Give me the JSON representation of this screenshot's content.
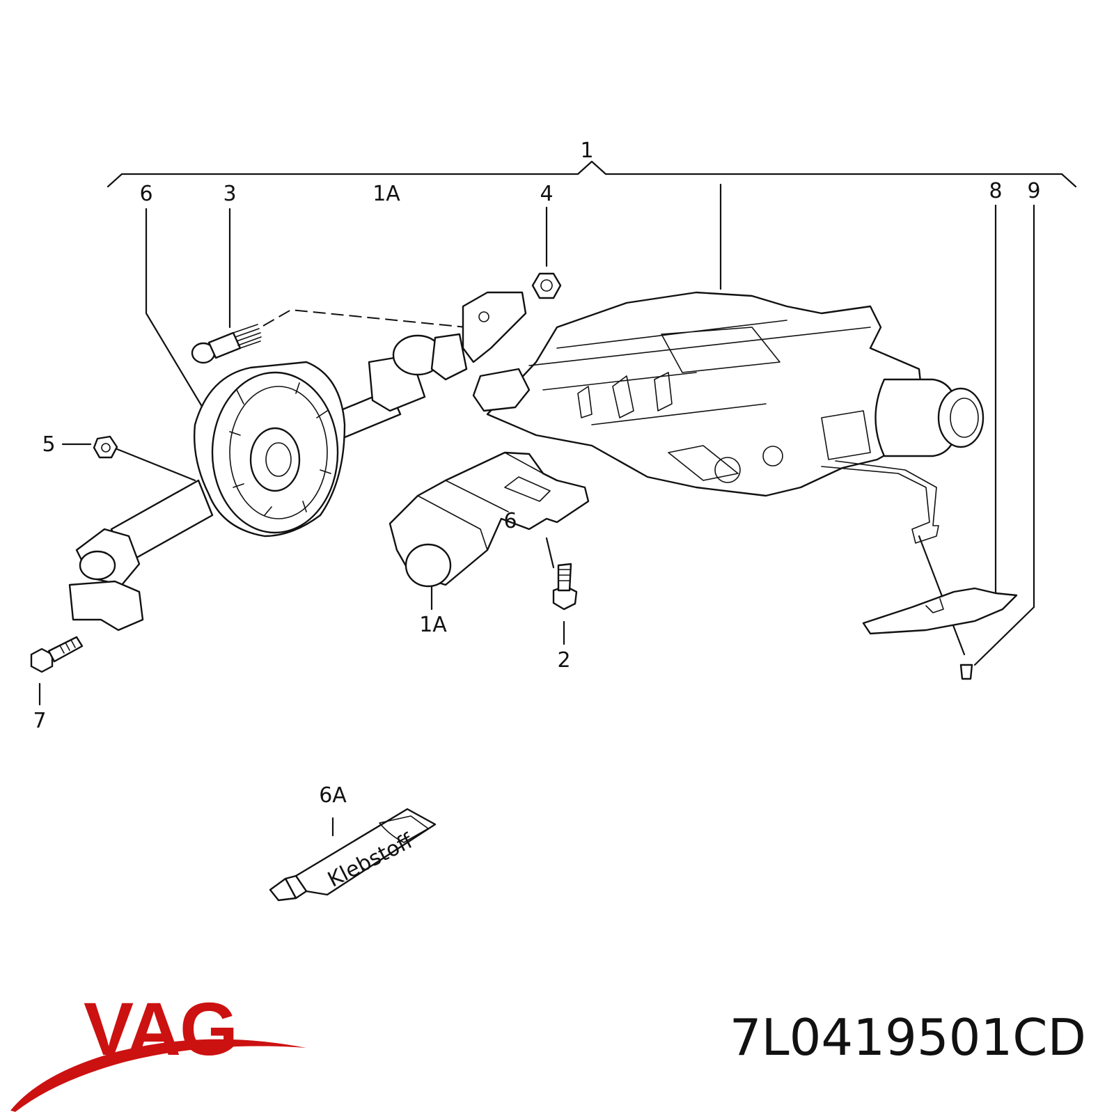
{
  "callouts": {
    "c1": "1",
    "c1a_top": "1A",
    "c1a_bottom": "1A",
    "c2": "2",
    "c3": "3",
    "c4": "4",
    "c5": "5",
    "c6": "6",
    "c6_small": "6",
    "c6a": "6A",
    "c7": "7",
    "c8": "8",
    "c9": "9"
  },
  "tube_label": "Klebstoff",
  "brand": {
    "logo_text": "VAG",
    "logo_color": "#cc1111"
  },
  "part_number": "7L0419501CD"
}
